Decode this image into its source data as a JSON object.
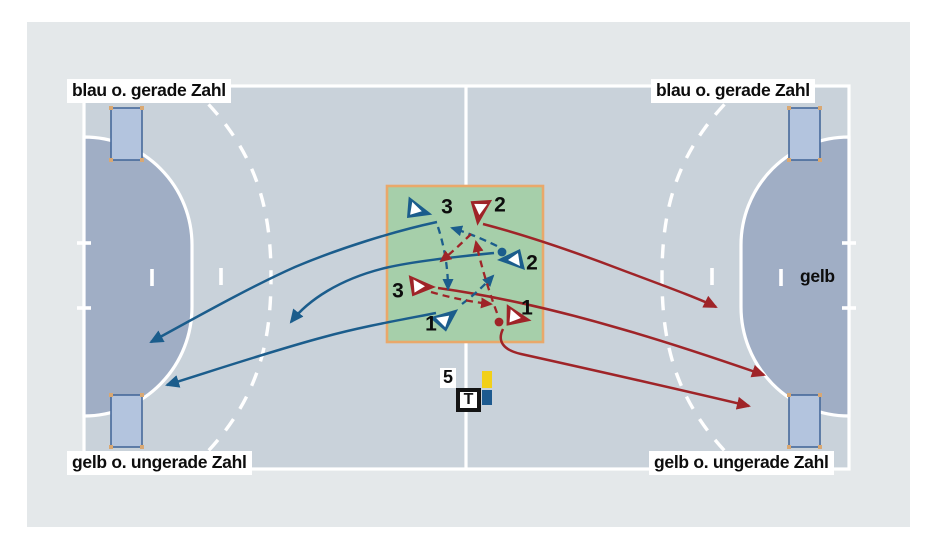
{
  "zones": {
    "top_left": "blau o. gerade Zahl",
    "top_right": "blau o. gerade Zahl",
    "bottom_left": "gelb o. ungerade Zahl",
    "bottom_right": "gelb o. ungerade Zahl",
    "right_area": "gelb"
  },
  "players": {
    "blue": [
      {
        "number": "3"
      },
      {
        "number": "2"
      },
      {
        "number": "1"
      }
    ],
    "red": [
      {
        "number": "2"
      },
      {
        "number": "3"
      },
      {
        "number": "1"
      }
    ]
  },
  "trainer": {
    "symbol": "T",
    "count": "5"
  },
  "colors": {
    "blue_team": "#1b5d8c",
    "red_team": "#9f2428",
    "court": "#c9d2da",
    "goal_area": "#a0aec5",
    "panel": "#e4e8ea",
    "center_zone": "#a6cfaa",
    "center_zone_border": "#e9a86a",
    "goal_fill": "#b3c4de",
    "goal_border": "#47699a",
    "flag_yellow": "#f2d018",
    "flag_blue": "#1d5a8f"
  }
}
